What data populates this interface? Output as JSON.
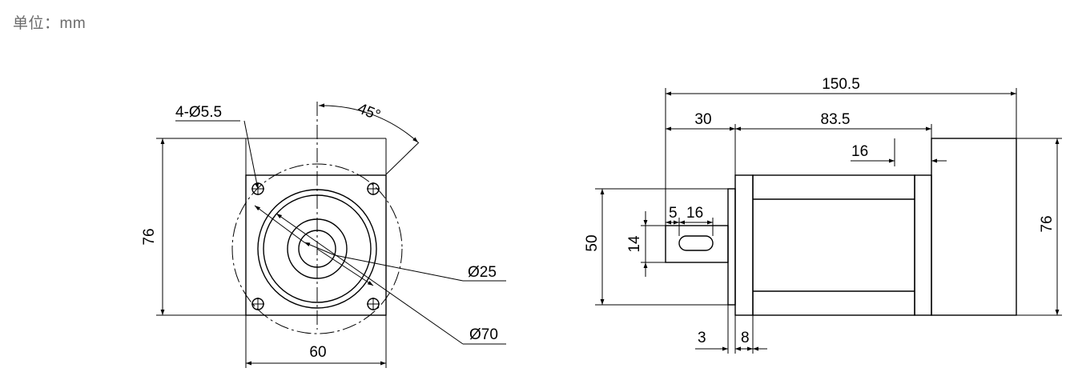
{
  "unit_label": "单位：mm",
  "front_view": {
    "hole_callout": "4-Ø5.5",
    "angle": "45°",
    "height": "76",
    "width": "60",
    "bore_diameter": "Ø25",
    "pitch_diameter": "Ø70"
  },
  "side_view": {
    "overall_length": "150.5",
    "shaft_length": "30",
    "body_length": "83.5",
    "top_small": "16",
    "height": "76",
    "flange_height": "50",
    "key_offset": "5",
    "key_length": "16",
    "key_width": "14",
    "flange_thickness": "3",
    "pilot_length": "8"
  }
}
